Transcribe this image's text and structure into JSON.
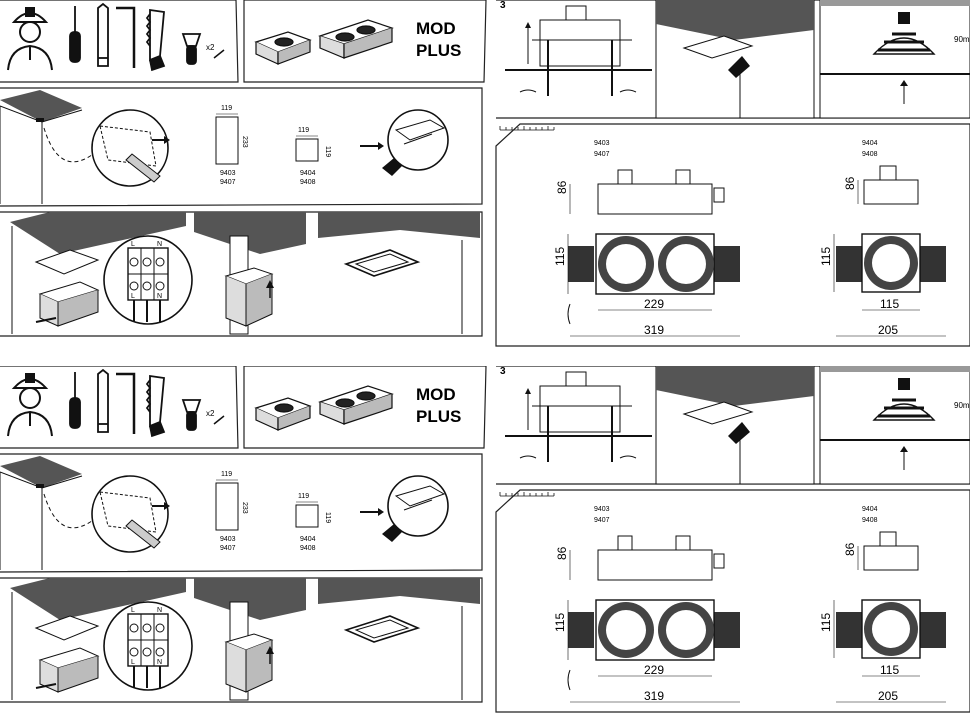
{
  "brand": {
    "line1": "MOD",
    "line2": "PLUS"
  },
  "tools": {
    "screws_qty": "x2"
  },
  "step1": {
    "panel_a": {
      "width": "119",
      "height": "233",
      "codes": [
        "9403",
        "9407"
      ]
    },
    "panel_b": {
      "width": "119",
      "height": "119",
      "codes": [
        "9404",
        "9408"
      ]
    }
  },
  "wiring": {
    "terminal_top": [
      "L",
      "N"
    ],
    "terminal_bottom": [
      "L",
      "N"
    ]
  },
  "step3": {
    "number": "3",
    "depth_label": "90m"
  },
  "drawings": {
    "double": {
      "codes": [
        "9403",
        "9407"
      ],
      "height": "86",
      "depth": "115",
      "inner": "229",
      "outer": "319"
    },
    "single": {
      "codes": [
        "9404",
        "9408"
      ],
      "height": "86",
      "depth": "115",
      "inner": "115",
      "outer": "205"
    }
  }
}
